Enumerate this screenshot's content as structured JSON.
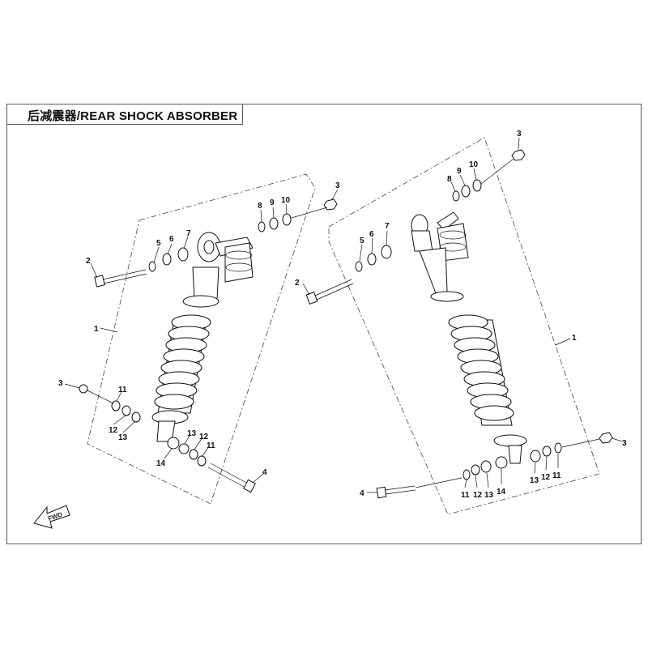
{
  "title": "后减震器/REAR SHOCK ABSORBER",
  "fwd_label": "FWD",
  "left_assembly_labels": {
    "shock": "1",
    "bolt_top": "2",
    "nut_top": "3",
    "nut_bottom": "3",
    "bolt_bottom": "4",
    "p5": "5",
    "p6": "6",
    "p7": "7",
    "p8": "8",
    "p9": "9",
    "p10": "10",
    "p11a": "11",
    "p12a": "12",
    "p13a": "13",
    "p14": "14",
    "p13b": "13",
    "p12b": "12",
    "p11b": "11"
  },
  "right_assembly_labels": {
    "shock": "1",
    "bolt_top": "2",
    "nut_top": "3",
    "nut_bottom": "3",
    "bolt_bottom": "4",
    "p5": "5",
    "p6": "6",
    "p7": "7",
    "p8": "8",
    "p9": "9",
    "p10": "10",
    "p11a": "11",
    "p12a": "12",
    "p13a": "13",
    "p14": "14",
    "p13b": "13",
    "p12b": "12",
    "p11b": "11"
  }
}
